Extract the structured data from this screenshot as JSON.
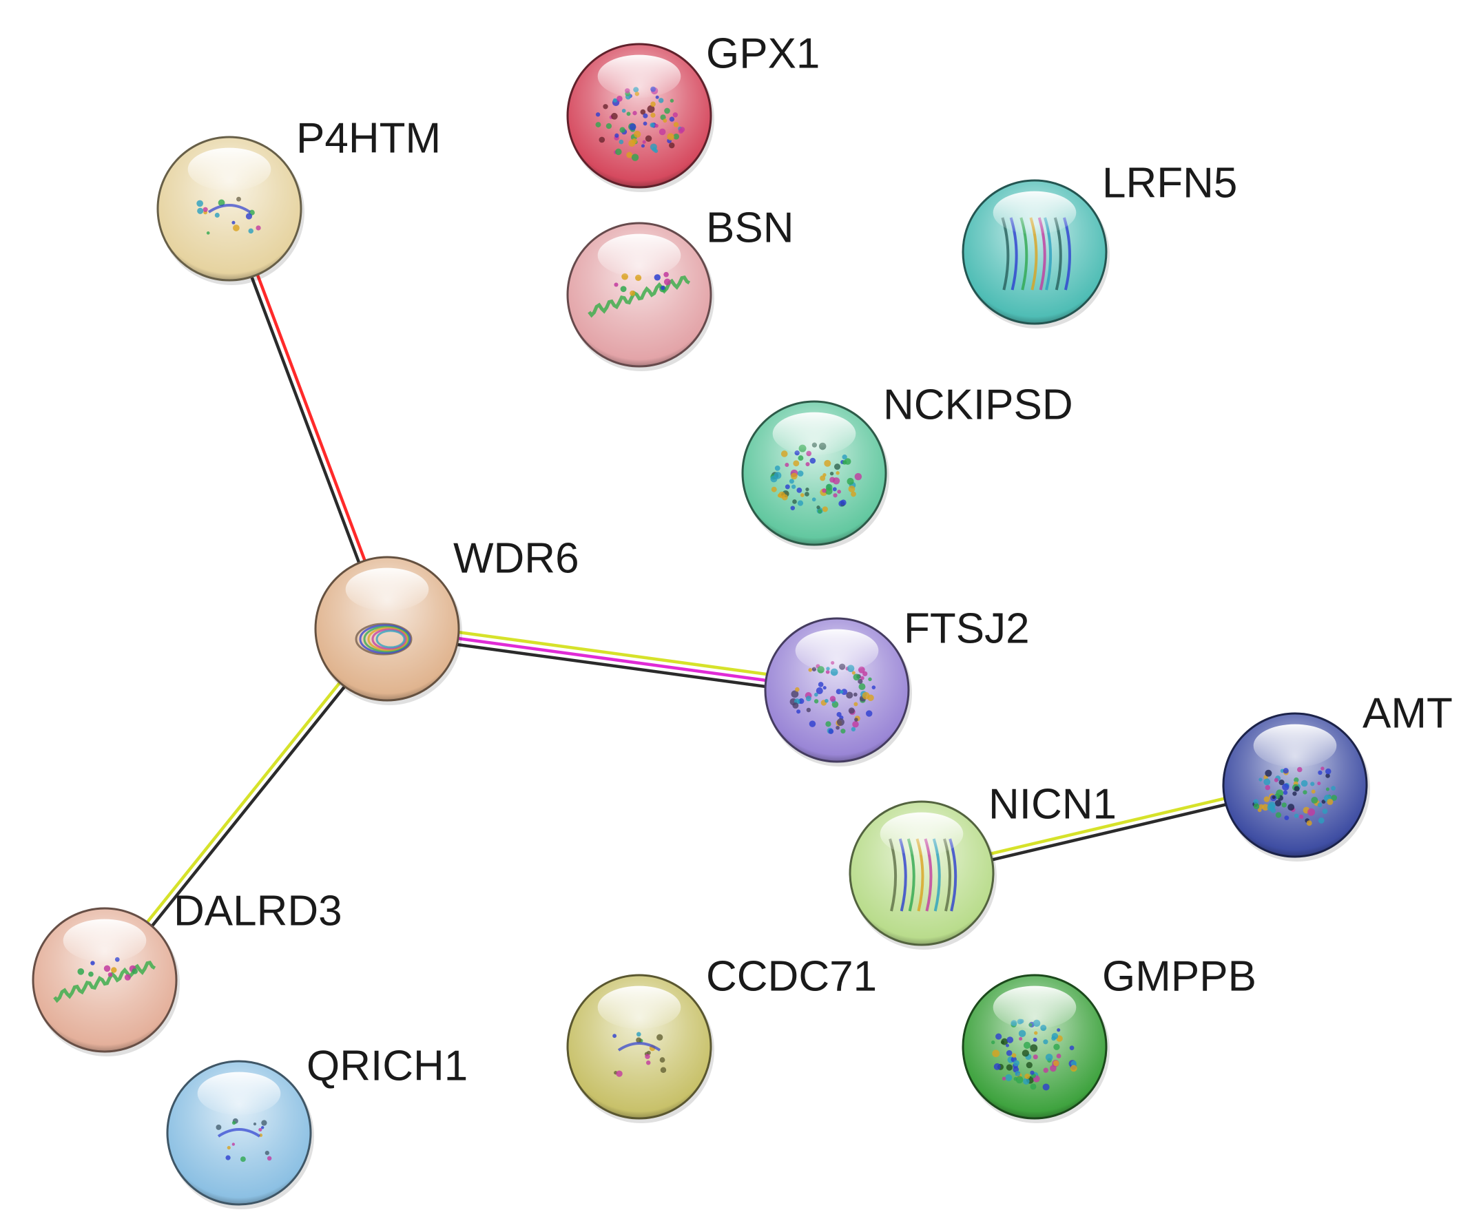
{
  "diagram": {
    "type": "protein-interaction-network",
    "nodes": [
      {
        "id": "GPX1",
        "label": "GPX1",
        "color": "#d64a5f",
        "structure": "dense-cluster"
      },
      {
        "id": "P4HTM",
        "label": "P4HTM",
        "color": "#e6d3a0",
        "structure": "sparse"
      },
      {
        "id": "BSN",
        "label": "BSN",
        "color": "#e3a4a8",
        "structure": "helix"
      },
      {
        "id": "LRFN5",
        "label": "LRFN5",
        "color": "#4fbdb5",
        "structure": "strands"
      },
      {
        "id": "NCKIPSD",
        "label": "NCKIPSD",
        "color": "#63c8a0",
        "structure": "dense-cluster"
      },
      {
        "id": "WDR6",
        "label": "WDR6",
        "color": "#e0b48f",
        "structure": "ring"
      },
      {
        "id": "FTSJ2",
        "label": "FTSJ2",
        "color": "#9a86d6",
        "structure": "dense-cluster"
      },
      {
        "id": "AMT",
        "label": "AMT",
        "color": "#3f4ea3",
        "structure": "dense-cluster"
      },
      {
        "id": "NICN1",
        "label": "NICN1",
        "color": "#b9dc8c",
        "structure": "strands"
      },
      {
        "id": "DALRD3",
        "label": "DALRD3",
        "color": "#e4b09b",
        "structure": "helix"
      },
      {
        "id": "CCDC71",
        "label": "CCDC71",
        "color": "#c8c16a",
        "structure": "sparse"
      },
      {
        "id": "GMPPB",
        "label": "GMPPB",
        "color": "#3fa33f",
        "structure": "dense-cluster"
      },
      {
        "id": "QRICH1",
        "label": "QRICH1",
        "color": "#8cc0e3",
        "structure": "sparse"
      }
    ],
    "edges": [
      {
        "source": "P4HTM",
        "target": "WDR6",
        "evidence_colors": [
          "#ff2a2a",
          "#2b2b2b"
        ]
      },
      {
        "source": "WDR6",
        "target": "FTSJ2",
        "evidence_colors": [
          "#d6e22a",
          "#e02bd6",
          "#2b2b2b"
        ]
      },
      {
        "source": "WDR6",
        "target": "DALRD3",
        "evidence_colors": [
          "#2b2b2b",
          "#d6e22a"
        ]
      },
      {
        "source": "NICN1",
        "target": "AMT",
        "evidence_colors": [
          "#d6e22a",
          "#2b2b2b"
        ]
      }
    ]
  }
}
